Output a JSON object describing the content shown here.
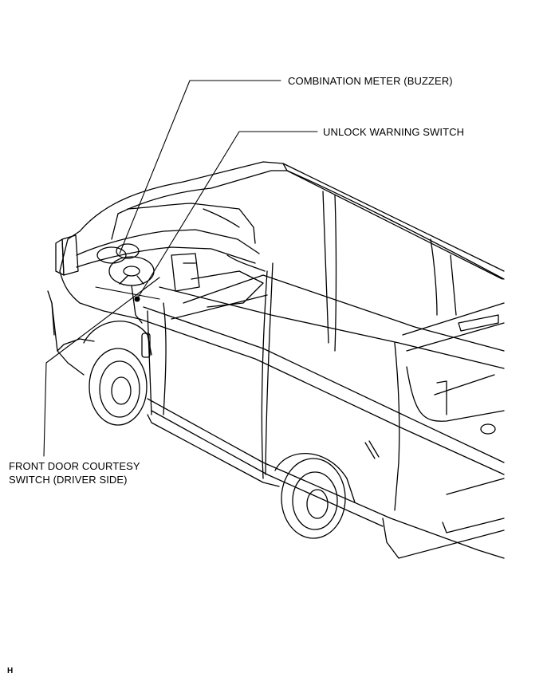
{
  "labels": {
    "combination_meter": "COMBINATION METER (BUZZER)",
    "unlock_warning_switch": "UNLOCK WARNING SWITCH",
    "courtesy_line1": "FRONT DOOR COURTESY",
    "courtesy_line2": "SWITCH (DRIVER SIDE)"
  },
  "figure_code": "H"
}
